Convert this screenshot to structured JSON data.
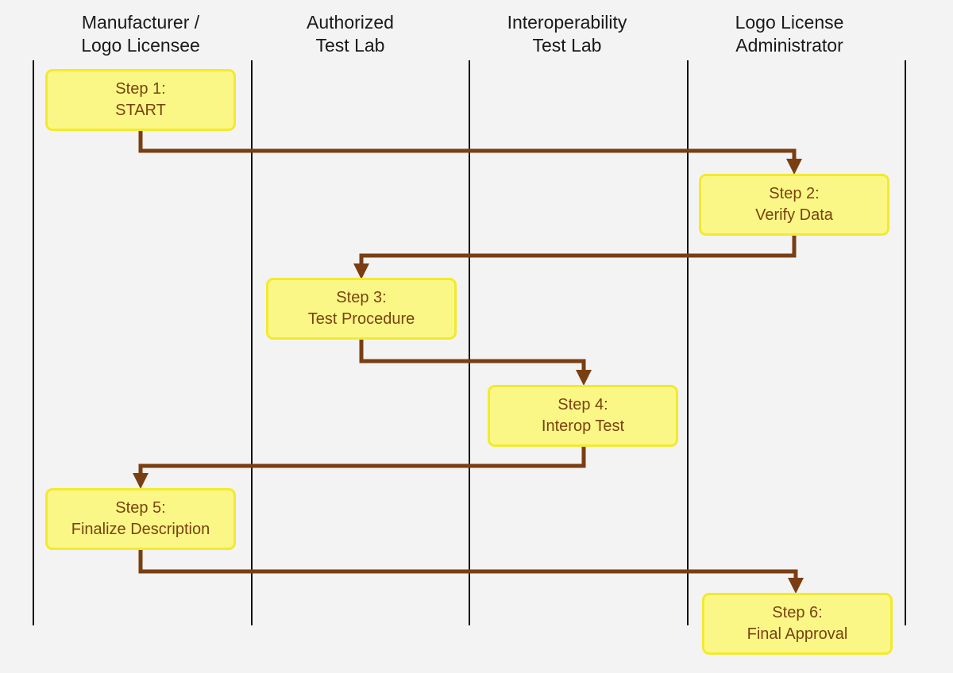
{
  "lanes": [
    {
      "id": "manufacturer",
      "title_lines": [
        "Manufacturer  /",
        "Logo Licensee"
      ]
    },
    {
      "id": "authorized-test-lab",
      "title_lines": [
        "Authorized",
        "Test Lab"
      ]
    },
    {
      "id": "interoperability-test-lab",
      "title_lines": [
        "Interoperability",
        "Test Lab"
      ]
    },
    {
      "id": "logo-license-administrator",
      "title_lines": [
        "Logo License",
        "Administrator"
      ]
    }
  ],
  "steps": [
    {
      "id": "step-1",
      "lane": "manufacturer",
      "lines": [
        "Step 1:",
        "START"
      ]
    },
    {
      "id": "step-2",
      "lane": "logo-license-administrator",
      "lines": [
        "Step 2:",
        "Verify Data"
      ]
    },
    {
      "id": "step-3",
      "lane": "authorized-test-lab",
      "lines": [
        "Step 3:",
        "Test Procedure"
      ]
    },
    {
      "id": "step-4",
      "lane": "interoperability-test-lab",
      "lines": [
        "Step 4:",
        "Interop Test"
      ]
    },
    {
      "id": "step-5",
      "lane": "manufacturer",
      "lines": [
        "Step 5:",
        "Finalize Description"
      ]
    },
    {
      "id": "step-6",
      "lane": "logo-license-administrator",
      "lines": [
        "Step 6:",
        "Final Approval"
      ]
    }
  ],
  "flows": [
    {
      "from": "step-1",
      "to": "step-2"
    },
    {
      "from": "step-2",
      "to": "step-3"
    },
    {
      "from": "step-3",
      "to": "step-4"
    },
    {
      "from": "step-4",
      "to": "step-5"
    },
    {
      "from": "step-5",
      "to": "step-6"
    }
  ],
  "colors": {
    "step_fill": "#fbf786",
    "step_border": "#f2ea2e",
    "step_text": "#7a4210",
    "connector": "#7a3e12",
    "lane_line": "#111111"
  }
}
